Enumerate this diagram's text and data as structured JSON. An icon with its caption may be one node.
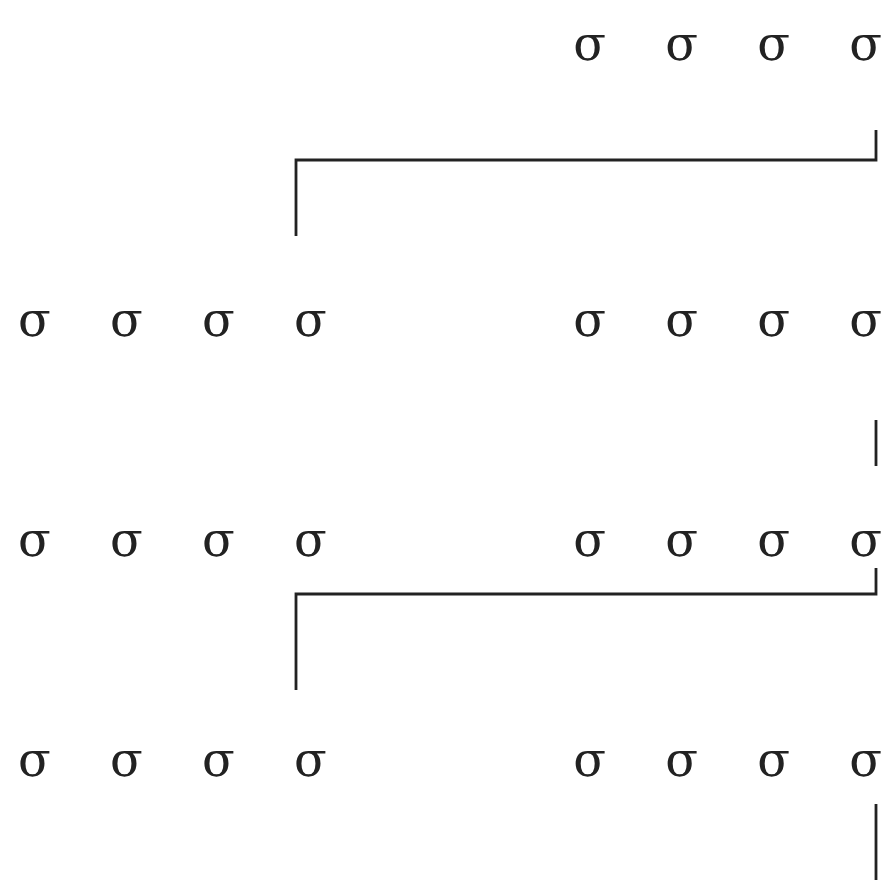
{
  "diagram": {
    "nodes": [
      {
        "text": [
          "σ σ σ σ"
        ]
      },
      {
        "text": [
          "σ σ σ σ"
        ]
      },
      {
        "text": [
          "σ σ σ σ"
        ]
      },
      {
        "text": [
          "σ σ σ σ"
        ]
      },
      {
        "text": [
          "σ σ σ σ"
        ]
      },
      {
        "text": [
          "σ σ σ σ"
        ]
      },
      {
        "text": [
          "σ σ σ σ"
        ]
      }
    ],
    "edges": [
      {
        "from": 0,
        "to": 1,
        "arrow": "none"
      },
      {
        "from": 2,
        "to": 4,
        "arrow": "none"
      },
      {
        "from": 4,
        "to": 5,
        "arrow": "none"
      },
      {
        "from": 6,
        "to": null,
        "arrow": "none"
      }
    ]
  }
}
